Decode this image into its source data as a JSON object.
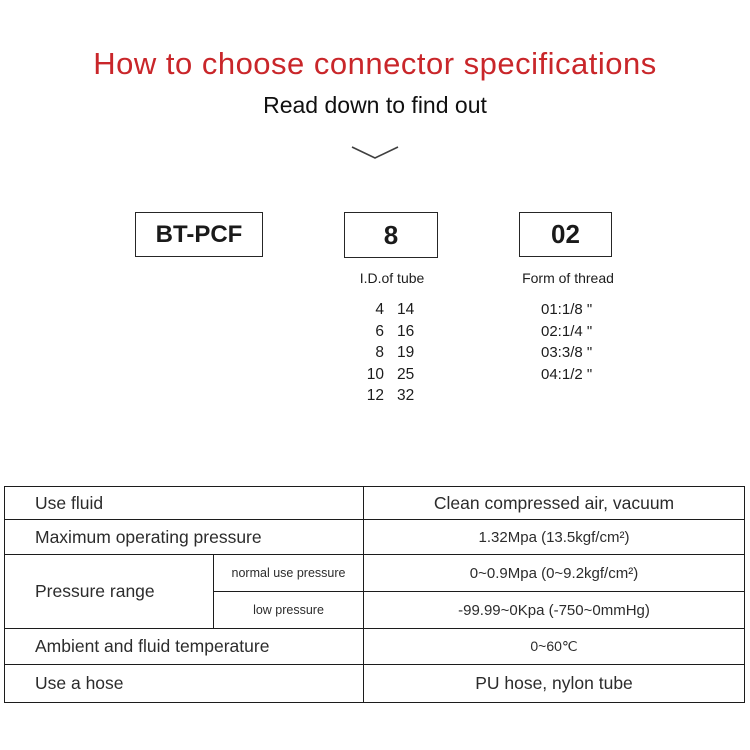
{
  "header": {
    "title": "How to choose connector specifications",
    "subtitle": "Read down to find out"
  },
  "colors": {
    "accent_red": "#c9262a",
    "table_shaded_beige": "#f5eee0",
    "border_black": "#1c1c1c"
  },
  "icons": {
    "chevron_down": "chevron-down"
  },
  "code_boxes": {
    "model": {
      "label": "BT-PCF"
    },
    "tube": {
      "label": "8",
      "caption": "I.D.of tube",
      "pairs": [
        [
          "4",
          "14"
        ],
        [
          "6",
          "16"
        ],
        [
          "8",
          "19"
        ],
        [
          "10",
          "25"
        ],
        [
          "12",
          "32"
        ]
      ]
    },
    "thread": {
      "label": "02",
      "caption": "Form of thread",
      "options": [
        "01:1/8 \"",
        "02:1/4 \"",
        "03:3/8 \"",
        "04:1/2 \""
      ]
    }
  },
  "spec_table": {
    "use_fluid": {
      "label": "Use fluid",
      "value": "Clean compressed air, vacuum"
    },
    "max_pressure": {
      "label": "Maximum operating pressure",
      "value": "1.32Mpa (13.5kgf/cm²)"
    },
    "pressure_range": {
      "label": "Pressure range",
      "normal": {
        "sublabel": "normal use pressure",
        "value": "0~0.9Mpa (0~9.2kgf/cm²)"
      },
      "low": {
        "sublabel": "low pressure",
        "value": "-99.99~0Kpa (-750~0mmHg)"
      }
    },
    "temperature": {
      "label": "Ambient and fluid temperature",
      "value": "0~60℃"
    },
    "hose": {
      "label": "Use a hose",
      "value": "PU hose, nylon tube"
    }
  }
}
